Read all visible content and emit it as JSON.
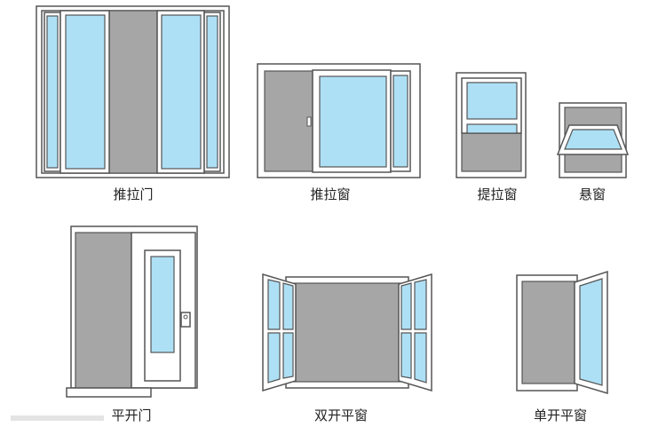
{
  "labels": {
    "sliding_door": "推拉门",
    "sliding_window": "推拉窗",
    "sash_window": "提拉窗",
    "awning_window": "悬窗",
    "casement_door": "平开门",
    "double_casement_window": "双开平窗",
    "single_casement_window": "单开平窗"
  },
  "colors": {
    "glass": "#aee0f5",
    "wall": "#a6a6a6",
    "frame": "#555555"
  }
}
